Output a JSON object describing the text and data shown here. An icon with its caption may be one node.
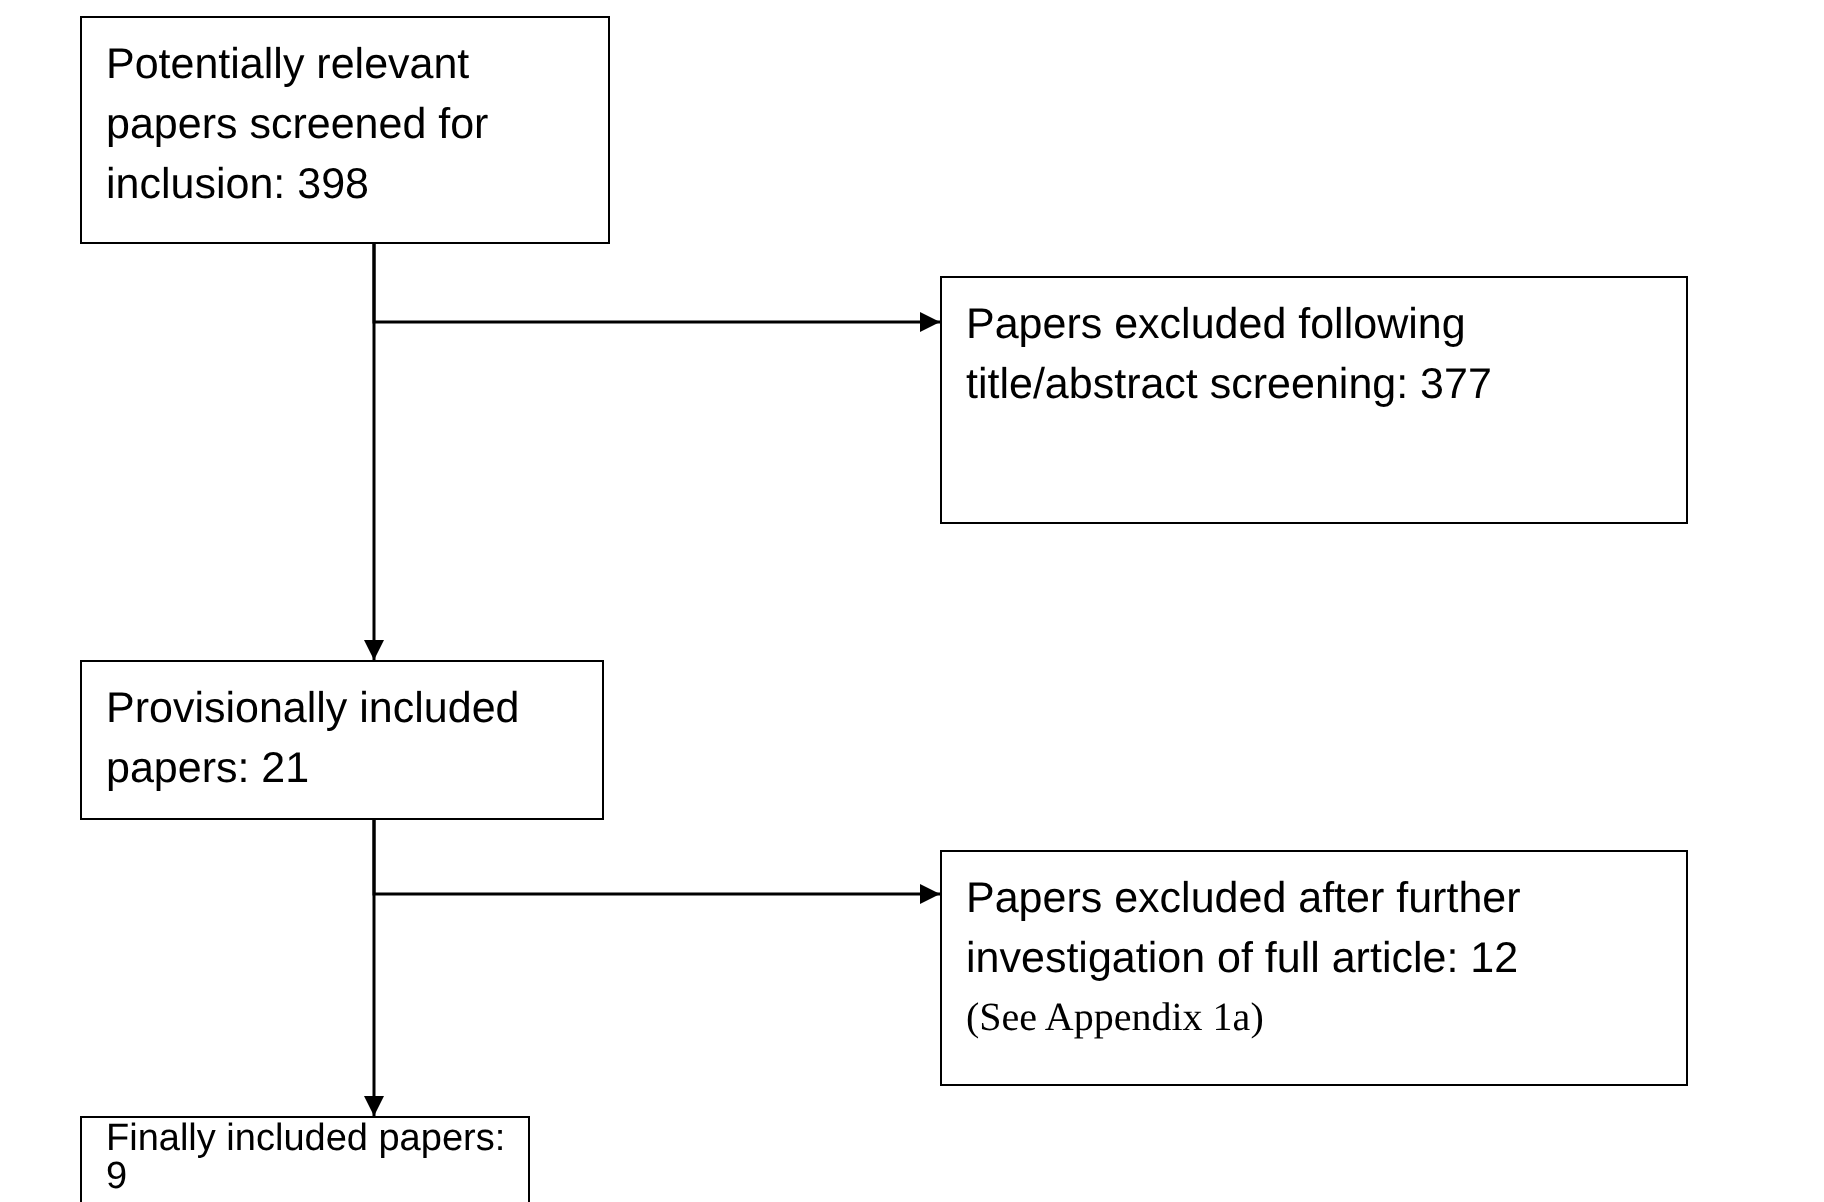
{
  "diagram": {
    "nodes": [
      {
        "text": [
          "Potentially relevant papers screened for inclusion: 398"
        ]
      },
      {
        "text": [
          "Papers excluded following title/abstract screening: 377"
        ]
      },
      {
        "text": [
          "Provisionally included papers: 21"
        ]
      },
      {
        "text": [
          "Papers excluded after further investigation of full article: 12",
          "(See Appendix 1a)"
        ]
      },
      {
        "text": [
          "Finally included papers:  9"
        ]
      }
    ],
    "edges": [
      {
        "from": 0,
        "to": 2,
        "arrow": "to"
      },
      {
        "from": 0,
        "to": 1,
        "arrow": "to"
      },
      {
        "from": 2,
        "to": 4,
        "arrow": "to"
      },
      {
        "from": 2,
        "to": 3,
        "arrow": "to"
      }
    ]
  }
}
